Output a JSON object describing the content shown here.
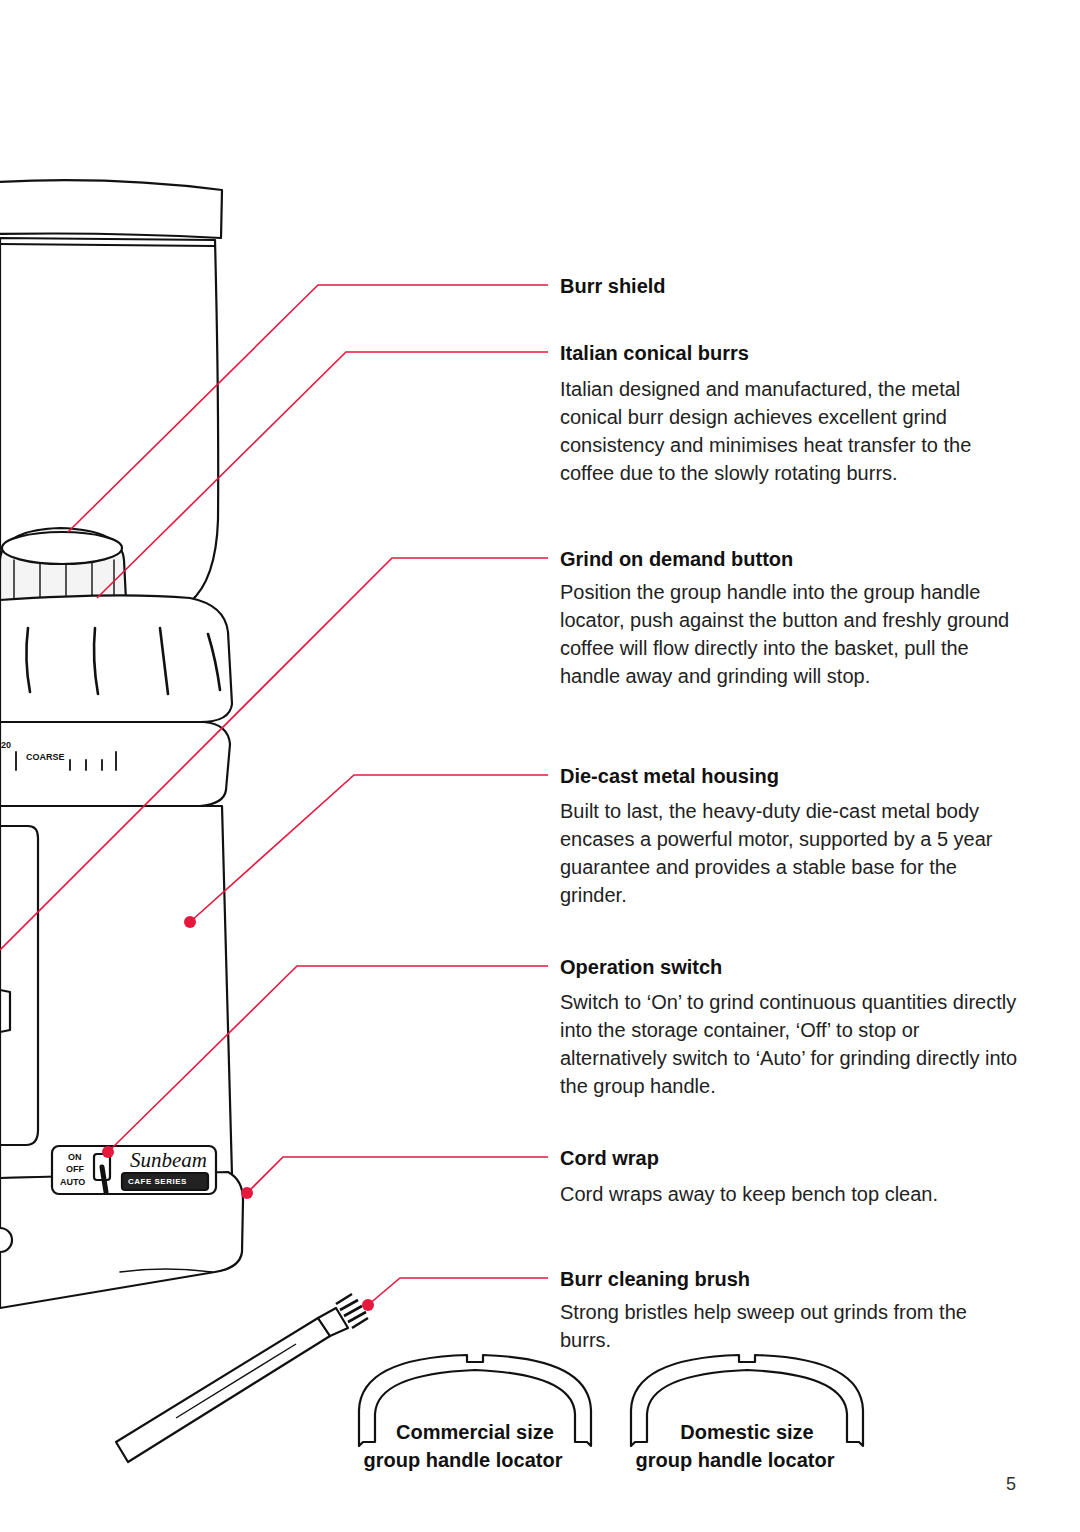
{
  "diagram": {
    "nodes": [
      {
        "text": [
          "Commercial size group handle locator"
        ]
      },
      {
        "text": [
          "Domestic size group handle locator"
        ]
      }
    ],
    "labels": [
      "Burr shield",
      "Italian conical burrs",
      "Italian designed and manufactured, the metal conical burr design achieves excellent grind consistency and minimises heat transfer to the coffee due to the slowly rotating burrs.",
      "Grind on demand button",
      "Position the group handle into the group handle locator, push against the button and freshly ground coffee will flow directly into the basket, pull the handle away and grinding will stop.",
      "Die-cast metal housing",
      "Built to last, the heavy-duty die-cast metal body encases a powerful motor, supported by a 5 year guarantee and provides a stable base for the grinder.",
      "Operation switch",
      "Switch to ‘On’ to grind continuous quantities directly into the storage container, ‘Off’ to stop or alternatively switch to ‘Auto’ for grinding directly into the group handle.",
      "Cord wrap",
      "Cord wraps away to keep bench top clean.",
      "Burr cleaning brush",
      "Strong bristles help sweep out grinds from the burrs.",
      "20",
      "COARSE",
      "ON",
      "OFF",
      "AUTO",
      "Sunbeam",
      "CAFE SERIES",
      "5"
    ]
  }
}
